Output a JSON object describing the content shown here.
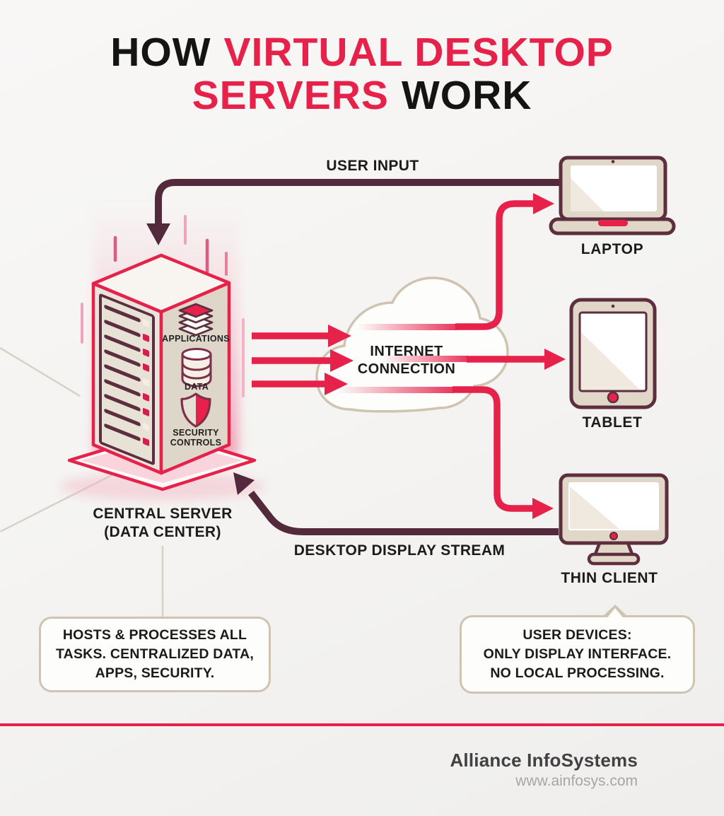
{
  "colors": {
    "accent": "#e6224b",
    "dark_arrow": "#532a3b",
    "device_outline": "#5d2e3e",
    "tan_outline": "#cfc4b2",
    "device_body": "#e0d7c8"
  },
  "title": {
    "segment1": "HOW",
    "segment2": "VIRTUAL DESKTOP",
    "segment3": "SERVERS",
    "segment4": "WORK"
  },
  "labels": {
    "user_input": "USER INPUT",
    "desktop_display_stream": "DESKTOP DISPLAY STREAM",
    "internet": {
      "line1": "INTERNET",
      "line2": "CONNECTION"
    },
    "central_server": {
      "line1": "CENTRAL SERVER",
      "line2": "(DATA CENTER)"
    }
  },
  "server_components": [
    {
      "icon": "layers-icon",
      "label": "APPLICATIONS"
    },
    {
      "icon": "database-icon",
      "label": "DATA"
    },
    {
      "icon": "shield-icon",
      "label": "SECURITY CONTROLS"
    }
  ],
  "devices": [
    {
      "icon": "laptop-icon",
      "label": "LAPTOP"
    },
    {
      "icon": "tablet-icon",
      "label": "TABLET"
    },
    {
      "icon": "thin-client-icon",
      "label": "THIN CLIENT"
    }
  ],
  "callouts": {
    "server_note": {
      "line1": "HOSTS & PROCESSES ALL",
      "line2": "TASKS. CENTRALIZED DATA,",
      "line3": "APPS, SECURITY."
    },
    "device_note": {
      "line1": "USER DEVICES:",
      "line2": "ONLY DISPLAY INTERFACE.",
      "line3": "NO LOCAL PROCESSING."
    }
  },
  "footer": {
    "company": "Alliance InfoSystems",
    "website": "www.ainfosys.com"
  }
}
